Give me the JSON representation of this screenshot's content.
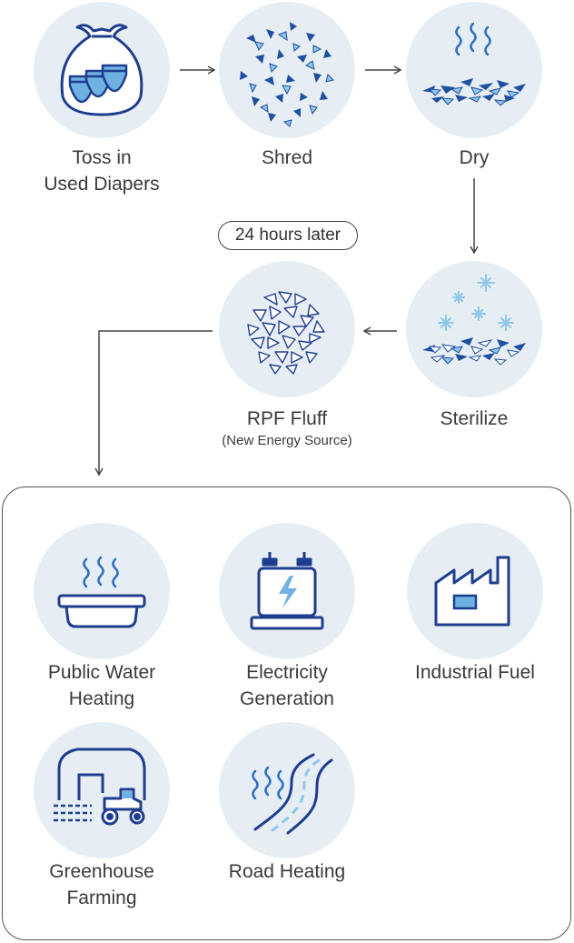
{
  "steps": {
    "toss": {
      "line1": "Toss in",
      "line2": "Used Diapers",
      "icon": "diaper-bag-icon"
    },
    "shred": {
      "label": "Shred",
      "icon": "shredded-pieces-icon"
    },
    "dry": {
      "label": "Dry",
      "icon": "drying-pieces-icon"
    },
    "sterilize": {
      "label": "Sterilize",
      "icon": "sterilize-pieces-icon"
    },
    "rpf": {
      "label": "RPF Fluff",
      "sub": "(New Energy Source)",
      "icon": "rpf-fluff-icon"
    }
  },
  "time_badge": "24 hours later",
  "uses": {
    "water": {
      "line1": "Public Water",
      "line2": "Heating",
      "icon": "heated-tub-icon"
    },
    "electricity": {
      "line1": "Electricity",
      "line2": "Generation",
      "icon": "capacitor-bolt-icon"
    },
    "industrial": {
      "label": "Industrial Fuel",
      "icon": "factory-icon"
    },
    "greenhouse": {
      "line1": "Greenhouse",
      "line2": "Farming",
      "icon": "greenhouse-tractor-icon"
    },
    "road": {
      "label": "Road Heating",
      "icon": "heated-road-icon"
    }
  },
  "colors": {
    "circle_bg": "#e6eef4",
    "navy": "#1f3d8f",
    "blue": "#2d6fc2",
    "light_blue": "#8fc6ea",
    "arrow": "#444444"
  }
}
